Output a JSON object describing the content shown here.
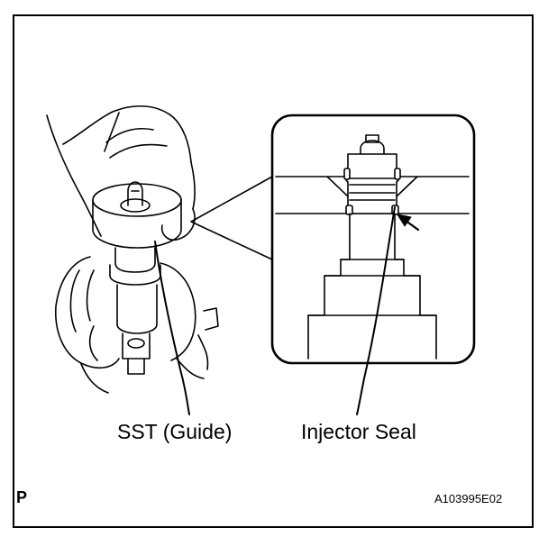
{
  "labels": {
    "sst_guide": "SST (Guide)",
    "injector_seal": "Injector Seal"
  },
  "corner_mark": "P",
  "figure_id": "A103995E02",
  "colors": {
    "line": "#000000",
    "fill": "#ffffff"
  }
}
